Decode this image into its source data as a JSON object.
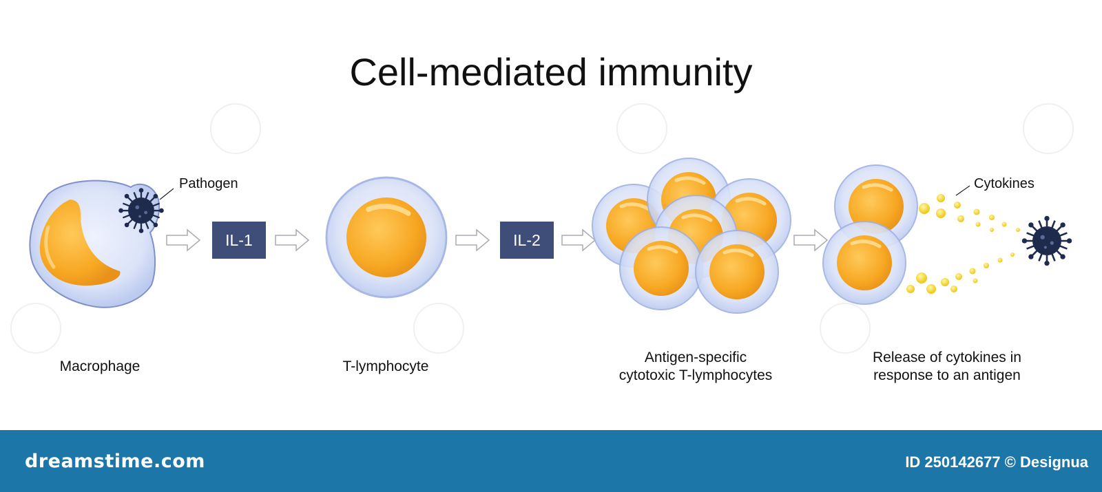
{
  "title": "Cell-mediated immunity",
  "labels": {
    "pathogen": "Pathogen",
    "cytokines": "Cytokines",
    "macrophage": "Macrophage",
    "t_lymphocyte": "T-lymphocyte",
    "antigen_specific_line1": "Antigen-specific",
    "antigen_specific_line2": "cytotoxic T-lymphocytes",
    "release_line1": "Release of cytokines in",
    "release_line2": "response to an antigen"
  },
  "signals": {
    "il1": "IL-1",
    "il2": "IL-2"
  },
  "footer": {
    "brand": "dreamstime.com",
    "credit": "ID 250142677 © Designua"
  },
  "colors": {
    "box": "#3f4d79",
    "footer": "#1d76a8",
    "nucleus": "#f7a823",
    "membrane": "#c6d2f1",
    "virus": "#1f2b4d",
    "cytokine": "#f3d21c"
  }
}
